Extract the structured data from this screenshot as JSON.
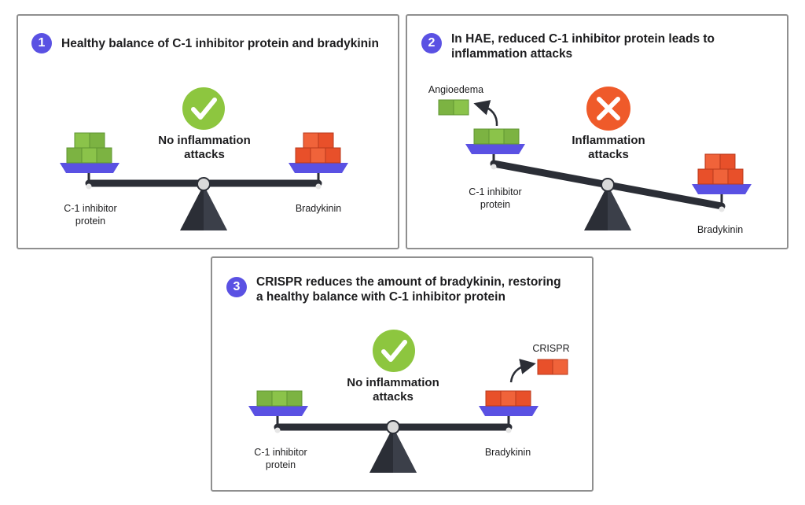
{
  "colors": {
    "accent": "#5a51e3",
    "green_block": "#7cb342",
    "red_block": "#e8502a",
    "pan": "#5a51e3",
    "beam": "#2b2e36",
    "check": "#8dc63f",
    "cross": "#ef5a2a"
  },
  "panels": [
    {
      "number": "1",
      "title_lines": [
        "Healthy balance of C-1 inhibitor protein and bradykinin"
      ],
      "status_lines": [
        "No inflammation",
        "attacks"
      ],
      "status_icon": "check-icon",
      "left_label_lines": [
        "C-1 inhibitor",
        "protein"
      ],
      "right_label": "Bradykinin"
    },
    {
      "number": "2",
      "title_lines": [
        "In HAE, reduced C-1 inhibitor protein leads to",
        "inflammation attacks"
      ],
      "status_lines": [
        "Inflammation",
        "attacks"
      ],
      "status_icon": "cross-icon",
      "left_label_lines": [
        "C-1 inhibitor",
        "protein"
      ],
      "right_label": "Bradykinin",
      "removed_label": "Angioedema"
    },
    {
      "number": "3",
      "title_lines": [
        "CRISPR reduces the amount of bradykinin, restoring",
        "a healthy balance with C-1 inhibitor protein"
      ],
      "status_lines": [
        "No inflammation",
        "attacks"
      ],
      "status_icon": "check-icon",
      "left_label_lines": [
        "C-1 inhibitor",
        "protein"
      ],
      "right_label": "Bradykinin",
      "removed_label": "CRISPR"
    }
  ]
}
